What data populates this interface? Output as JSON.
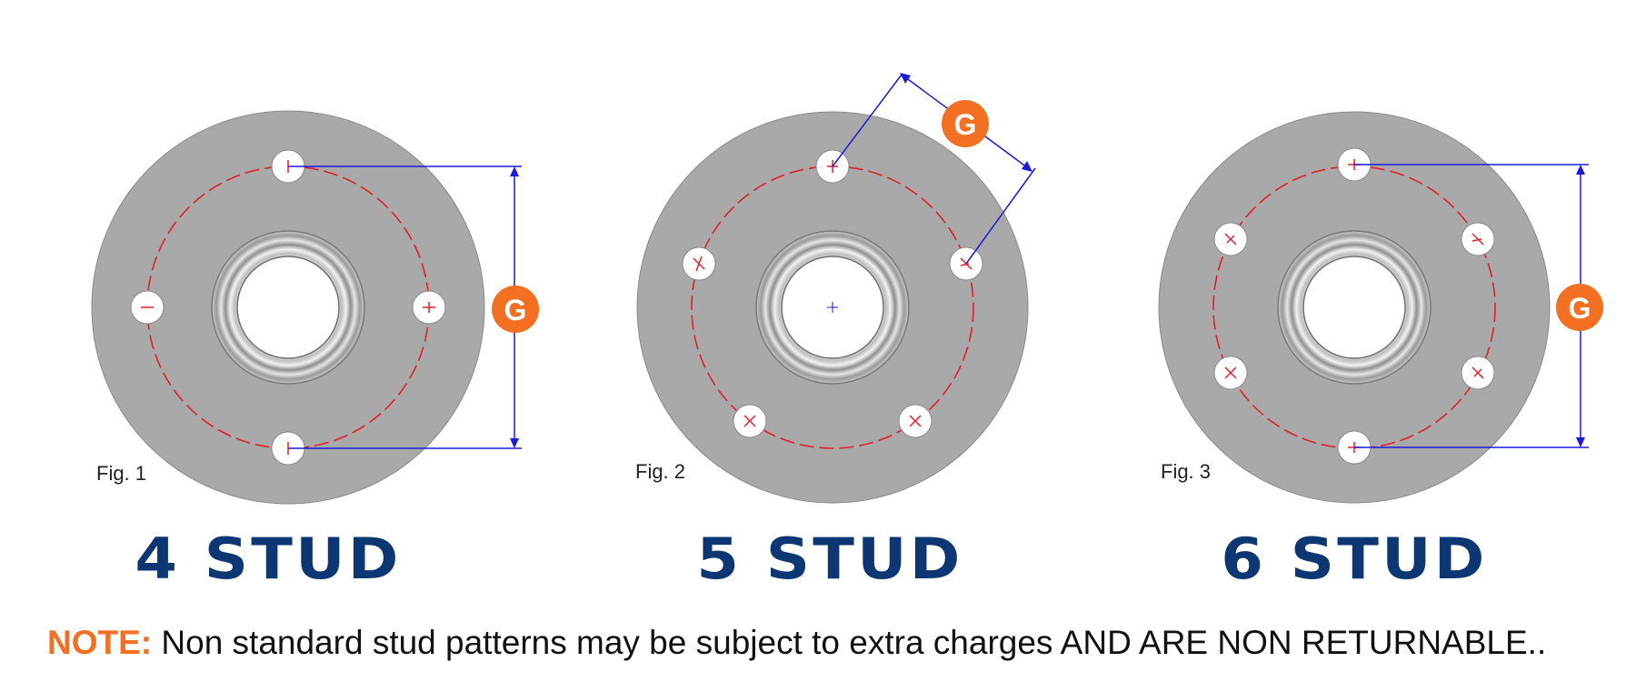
{
  "figures": [
    {
      "fig_label": "Fig. 1",
      "title": "4 STUD",
      "studs": 4
    },
    {
      "fig_label": "Fig. 2",
      "title": "5 STUD",
      "studs": 5
    },
    {
      "fig_label": "Fig. 3",
      "title": "6 STUD",
      "studs": 6
    }
  ],
  "dimension_label": "G",
  "note": {
    "label": "NOTE:",
    "text": "Non standard stud patterns may be subject to extra charges AND ARE NON RETURNABLE.."
  },
  "colors": {
    "plate": "#a9a9a9",
    "pcd_circle": "#e0202a",
    "dimension": "#1a1adb",
    "badge": "#f36f21",
    "title": "#0d3773",
    "note_label": "#f36f21"
  }
}
